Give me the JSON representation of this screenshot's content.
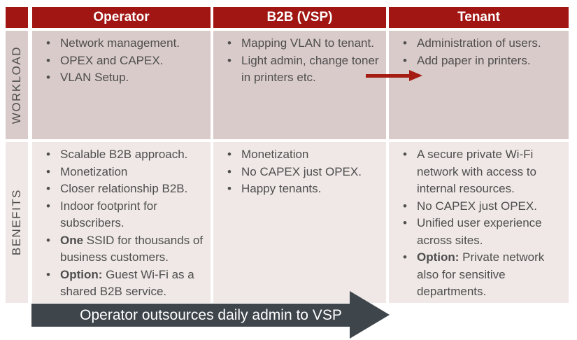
{
  "table": {
    "corner_label": "",
    "columns": [
      "Operator",
      "B2B (VSP)",
      "Tenant"
    ],
    "rows": [
      {
        "label": "WORKLOAD",
        "cells": [
          {
            "items": [
              {
                "text": "Network management."
              },
              {
                "text": "OPEX and CAPEX."
              },
              {
                "text": "VLAN Setup."
              }
            ]
          },
          {
            "items": [
              {
                "text": "Mapping VLAN to tenant."
              },
              {
                "text": "Light admin, change toner in printers etc."
              }
            ]
          },
          {
            "items": [
              {
                "text": "Administration of users."
              },
              {
                "text": "Add paper in printers."
              }
            ]
          }
        ]
      },
      {
        "label": "BENEFITS",
        "cells": [
          {
            "items": [
              {
                "text": "Scalable B2B approach."
              },
              {
                "text": "Monetization"
              },
              {
                "text": "Closer relationship B2B."
              },
              {
                "text": "Indoor footprint for subscribers."
              },
              {
                "bold": "One",
                "text": " SSID for thousands of business customers."
              },
              {
                "bold": "Option:",
                "text": " Guest Wi-Fi as a shared B2B service."
              }
            ]
          },
          {
            "items": [
              {
                "text": "Monetization"
              },
              {
                "text": "No CAPEX just OPEX."
              },
              {
                "text": "Happy tenants."
              }
            ]
          },
          {
            "items": [
              {
                "text": "A secure private Wi-Fi network with access to internal resources."
              },
              {
                "text": "No CAPEX just OPEX."
              },
              {
                "text": "Unified user experience across sites."
              },
              {
                "bold": "Option:",
                "text": " Private network also for sensitive departments."
              }
            ]
          }
        ]
      }
    ]
  },
  "workload_arrow": {
    "icon": "arrow-right-icon",
    "color": "#A51C12"
  },
  "banner": {
    "label": "Operator outsources daily admin to VSP"
  },
  "colors": {
    "header_red": "#A11613",
    "header_text": "#FFFFFF",
    "workload_row_bg": "#D9CBC9",
    "benefits_row_bg": "#EFE8E6",
    "body_text": "#4E4E4E",
    "handover_arrow_red": "#A51C12",
    "banner_bg": "#3E454B",
    "banner_text": "#FFFFFF"
  }
}
